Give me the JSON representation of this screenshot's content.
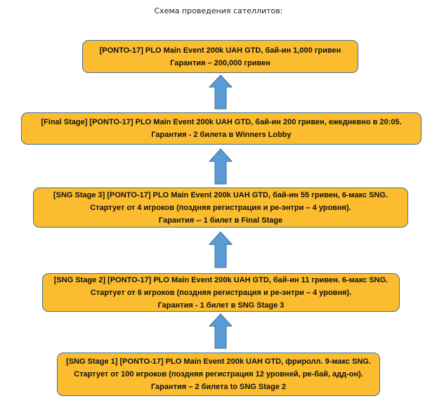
{
  "title": "Схема проведения сателлитов:",
  "colors": {
    "box_fill": "#FBBC2F",
    "box_border": "#41719C",
    "arrow": "#5B9BD5"
  },
  "stages": [
    {
      "lines": [
        "[PONTO-17] PLO Main Event 200k UAH GTD, бай-ин 1,000 гривен",
        "Гарантия – 200,000 гривен"
      ]
    },
    {
      "lines": [
        "[Final Stage] [PONTO-17] PLO Main Event 200k UAH GTD, бай-ин 200 гривен, ежедневно в 20:05.",
        "Гарантия - 2 билета в Winners Lobby"
      ]
    },
    {
      "lines": [
        "[SNG Stage 3] [PONTO-17] PLO Main Event 200k UAH GTD, бай-ин 55 гривен, 6-макс SNG.",
        "Стартует от 4 игроков (поздняя регистрация и ре-энтри – 4 уровня).",
        "Гарантия -- 1 билет в Final Stage"
      ]
    },
    {
      "lines": [
        "[SNG Stage 2] [PONTO-17] PLO Main Event 200k UAH GTD, бай-ин 11 гривен. 6-макс SNG.",
        "Стартует от 6 игроков (поздняя регистрация и ре-энтри – 4 уровня).",
        "Гарантия - 1 билет в SNG Stage 3"
      ]
    },
    {
      "lines": [
        "[SNG Stage 1] [PONTO-17] PLO Main Event 200k UAH GTD, фриролл. 9-макс SNG.",
        "Стартует от 100 игроков (поздняя регистрация 12 уровней, ре-бай, адд-он).",
        "Гарантия – 2 билета to SNG Stage 2"
      ]
    }
  ]
}
